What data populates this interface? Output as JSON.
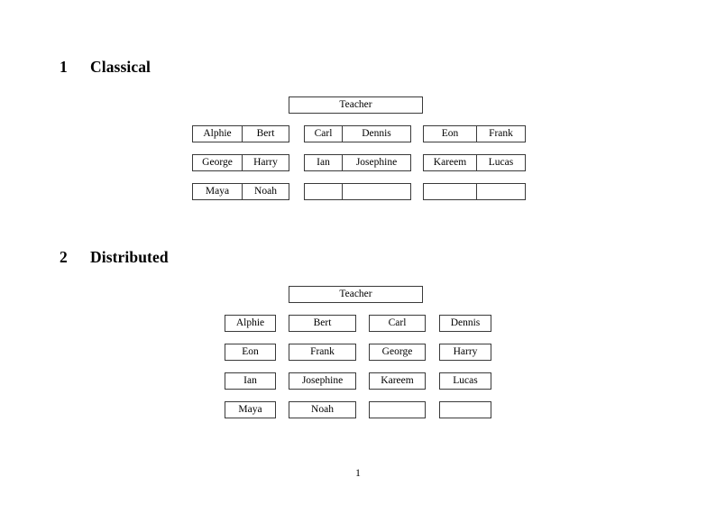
{
  "document": {
    "page_number": "1"
  },
  "sections": [
    {
      "number": "1",
      "title": "Classical",
      "root": {
        "label": "Teacher"
      },
      "groups": [
        {
          "rows": [
            {
              "cells": [
                "Alphie",
                "Bert"
              ]
            },
            {
              "cells": [
                "George",
                "Harry"
              ]
            },
            {
              "cells": [
                "Maya",
                "Noah"
              ]
            }
          ]
        },
        {
          "rows": [
            {
              "cells": [
                "Carl",
                "Dennis"
              ]
            },
            {
              "cells": [
                "Ian",
                "Josephine"
              ]
            },
            {
              "cells": [
                "",
                ""
              ]
            }
          ]
        },
        {
          "rows": [
            {
              "cells": [
                "Eon",
                "Frank"
              ]
            },
            {
              "cells": [
                "Kareem",
                "Lucas"
              ]
            },
            {
              "cells": [
                "",
                ""
              ]
            }
          ]
        }
      ]
    },
    {
      "number": "2",
      "title": "Distributed",
      "root": {
        "label": "Teacher"
      },
      "rows": [
        {
          "cells": [
            "Alphie",
            "Bert",
            "Carl",
            "Dennis"
          ]
        },
        {
          "cells": [
            "Eon",
            "Frank",
            "George",
            "Harry"
          ]
        },
        {
          "cells": [
            "Ian",
            "Josephine",
            "Kareem",
            "Lucas"
          ]
        },
        {
          "cells": [
            "Maya",
            "Noah",
            "",
            ""
          ]
        }
      ]
    }
  ]
}
